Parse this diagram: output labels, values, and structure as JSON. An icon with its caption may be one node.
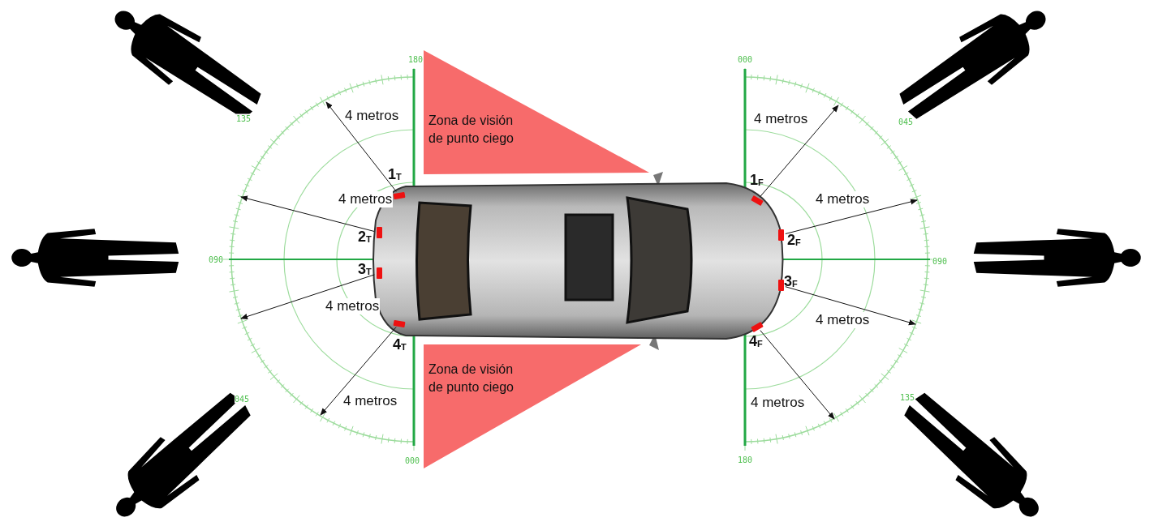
{
  "diagram": {
    "nodes": [
      {
        "text": [
          "Zona de visión de punto ciego"
        ]
      },
      {
        "text": [],
        "shape": "picture"
      },
      {
        "text": [],
        "shape": "bar",
        "in": 1,
        "beside": [
          "1$_{T}$"
        ]
      },
      {
        "text": [],
        "shape": "bar",
        "in": 1,
        "beside": [
          "2$_{T}$"
        ]
      },
      {
        "text": [],
        "shape": "bar",
        "in": 1,
        "beside": [
          "3$_{T}$"
        ]
      },
      {
        "text": [],
        "shape": "bar",
        "in": 1,
        "beside": [
          "4$_{T}$"
        ]
      },
      {
        "text": [],
        "shape": "bar",
        "in": 1,
        "beside": [
          "1$_{F}$"
        ]
      },
      {
        "text": [],
        "shape": "bar",
        "in": 1,
        "beside": [
          "2$_{F}$"
        ]
      },
      {
        "text": [],
        "shape": "bar",
        "in": 1,
        "beside": [
          "3$_{F}$"
        ]
      },
      {
        "text": [],
        "shape": "bar",
        "in": 1,
        "beside": [
          "4$_{F}$"
        ]
      },
      {
        "text": [
          "Zona de visión de punto ciego"
        ]
      }
    ],
    "edges": [
      {
        "from": 2,
        "to": null,
        "arrow": "to",
        "label": "4 metros"
      },
      {
        "from": 3,
        "to": null,
        "arrow": "to",
        "label": "4 metros"
      },
      {
        "from": 4,
        "to": null,
        "arrow": "to",
        "label": "4 metros"
      },
      {
        "from": 5,
        "to": null,
        "arrow": "to",
        "label": "4 metros"
      },
      {
        "from": 6,
        "to": null,
        "arrow": "to",
        "label": "4 metros"
      },
      {
        "from": 7,
        "to": null,
        "arrow": "to",
        "label": "4 metros"
      },
      {
        "from": 8,
        "to": null,
        "arrow": "to",
        "label": "4 metros"
      },
      {
        "from": 9,
        "to": null,
        "arrow": "to",
        "label": "4 metros"
      }
    ],
    "labels": [
      "180",
      "135",
      "090",
      "045",
      "000",
      "000",
      "045",
      "090",
      "135",
      "180"
    ]
  }
}
